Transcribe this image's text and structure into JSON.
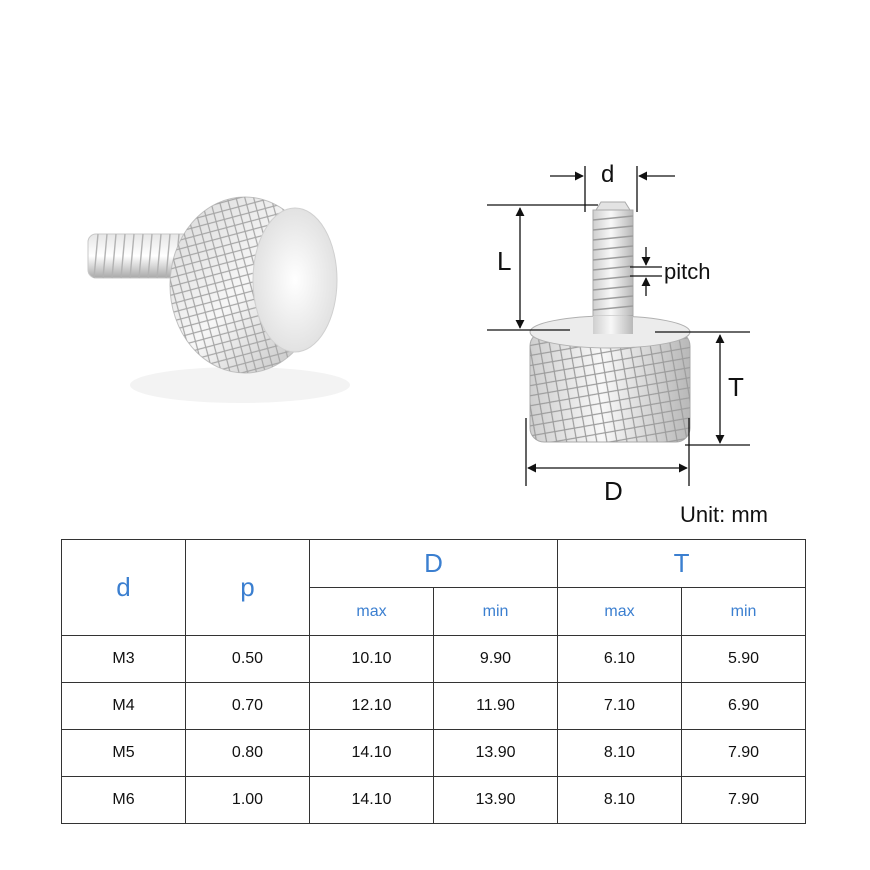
{
  "drawing": {
    "label_d": "d",
    "label_L": "L",
    "label_pitch": "pitch",
    "label_T": "T",
    "label_D": "D"
  },
  "unit_label": "Unit: mm",
  "table": {
    "header_d": "d",
    "header_p": "p",
    "header_D": "D",
    "header_T": "T",
    "sub_max": "max",
    "sub_min": "min",
    "rows": [
      {
        "d": "M3",
        "p": "0.50",
        "D_max": "10.10",
        "D_min": "9.90",
        "T_max": "6.10",
        "T_min": "5.90"
      },
      {
        "d": "M4",
        "p": "0.70",
        "D_max": "12.10",
        "D_min": "11.90",
        "T_max": "7.10",
        "T_min": "6.90"
      },
      {
        "d": "M5",
        "p": "0.80",
        "D_max": "14.10",
        "D_min": "13.90",
        "T_max": "8.10",
        "T_min": "7.90"
      },
      {
        "d": "M6",
        "p": "1.00",
        "D_max": "14.10",
        "D_min": "13.90",
        "T_max": "8.10",
        "T_min": "7.90"
      }
    ]
  },
  "colors": {
    "header_blue": "#3b7fd0",
    "metal_light": "#f2f2f2",
    "metal_dark": "#9a9a9a"
  },
  "icons": {
    "photo": "knurled-thumb-screw-photo",
    "drawing": "thumb-screw-dimension-drawing"
  }
}
